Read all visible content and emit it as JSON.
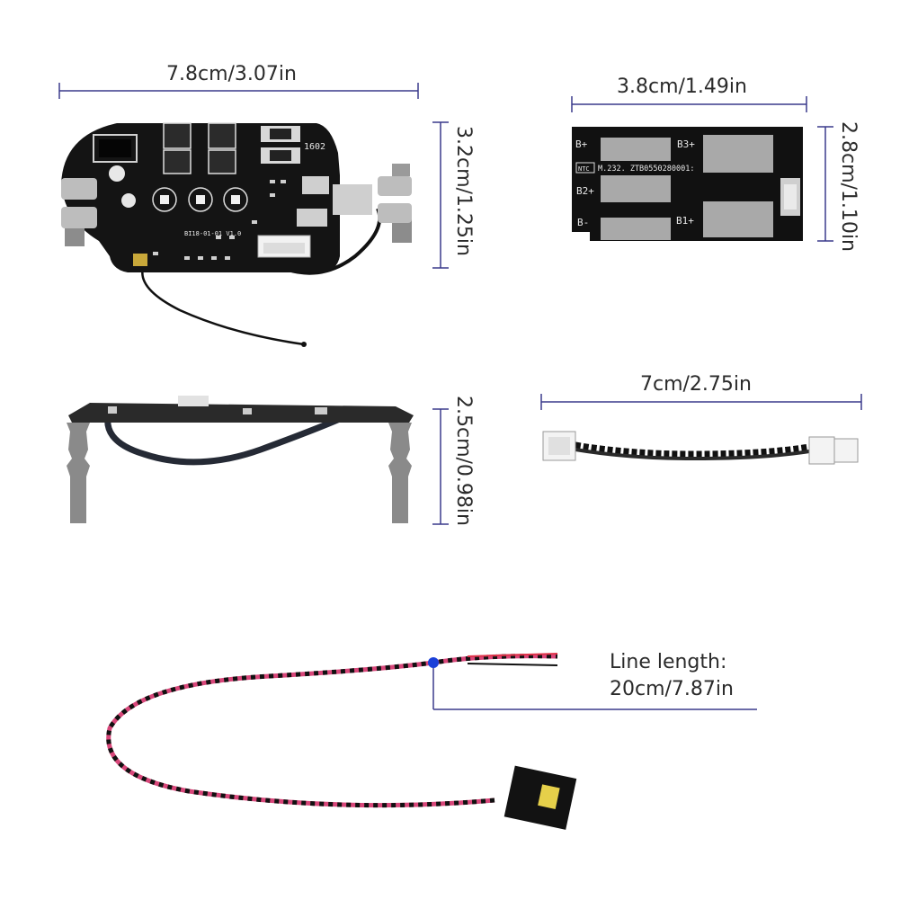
{
  "main_board": {
    "width_label": "7.8cm/3.07in",
    "height_label": "3.2cm/1.25in",
    "silk_model": "BI18-01-01 V1.0",
    "silk_code": "1602"
  },
  "small_board": {
    "width_label": "3.8cm/1.49in",
    "height_label": "2.8cm/1.10in",
    "pads": {
      "b_plus": "B+",
      "b3_plus": "B3+",
      "b2_plus": "B2+",
      "b_minus": "B-",
      "b1_plus": "B1+"
    },
    "ntc": "NTC",
    "code": "M.232. ZTB0550280001:"
  },
  "side_view": {
    "height_label": "2.5cm/0.98in"
  },
  "cable": {
    "length_label": "7cm/2.75in"
  },
  "led_wire": {
    "callout_line1": "Line length:",
    "callout_line2": "20cm/7.87in"
  },
  "colors": {
    "dimension_line": "#3a3a8c",
    "pcb": "#111111",
    "pad": "#b8b8b8",
    "callout_dot": "#1a3fd8"
  }
}
